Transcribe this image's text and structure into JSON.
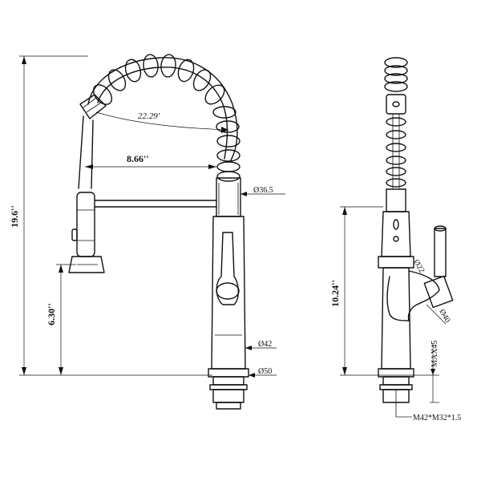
{
  "dimensions": {
    "height_total": "19.6''",
    "spout_reach": "22.29'",
    "hose_reach": "8.66''",
    "sprayer_height": "6.30''",
    "diam_top": "Ø36.5",
    "diam_body": "Ø42",
    "diam_base": "Ø50",
    "side_height": "10.24''",
    "handle_diam": "Ø22",
    "handle_angle": "Ø40",
    "max_deck": "MAX45",
    "thread": "M42*M32*1.5"
  }
}
